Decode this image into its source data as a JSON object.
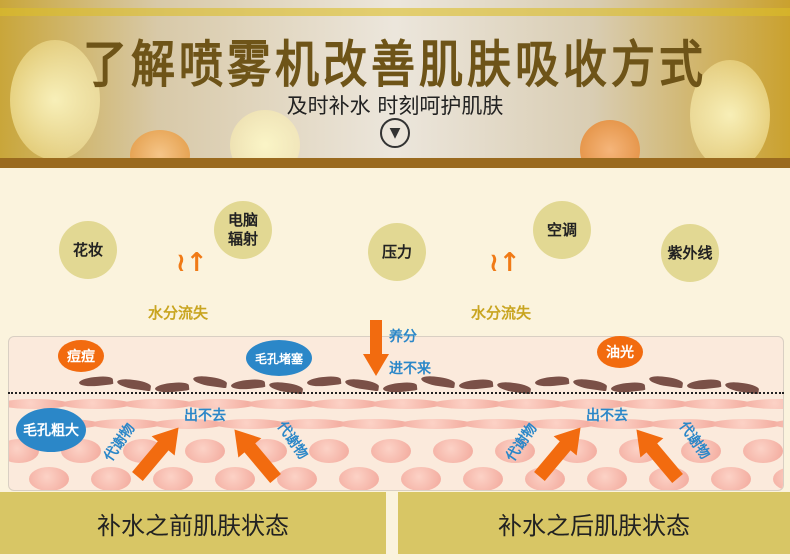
{
  "banner": {
    "title": "了解喷雾机改善肌肤吸收方式",
    "subtitle": "及时补水 时刻呵护肌肤",
    "scroll_icon": "chevron-down-circle-icon"
  },
  "factors": [
    {
      "label": "花妆"
    },
    {
      "label": "电脑\n辐射"
    },
    {
      "label": "压力"
    },
    {
      "label": "空调"
    },
    {
      "label": "紫外线"
    }
  ],
  "water_loss": [
    "水分流失",
    "水分流失"
  ],
  "skin": {
    "before": {
      "acne": "痘痘",
      "pore_clogged": "毛孔堵塞",
      "pore_large": "毛孔粗大",
      "out": "出不去",
      "metabolite_left": "代谢物",
      "metabolite_right": "代谢物"
    },
    "center": {
      "nutrient": "养分",
      "blocked": "进不来"
    },
    "after": {
      "oil": "油光",
      "out": "出不去",
      "metabolite_left": "代谢物",
      "metabolite_right": "代谢物"
    }
  },
  "labels": {
    "before": "补水之前肌肤状态",
    "after": "补水之后肌肤状态"
  },
  "colors": {
    "gold": "#d8c665",
    "orange": "#f26b0f",
    "blue": "#2b87c8",
    "circle": "#e2d893"
  }
}
